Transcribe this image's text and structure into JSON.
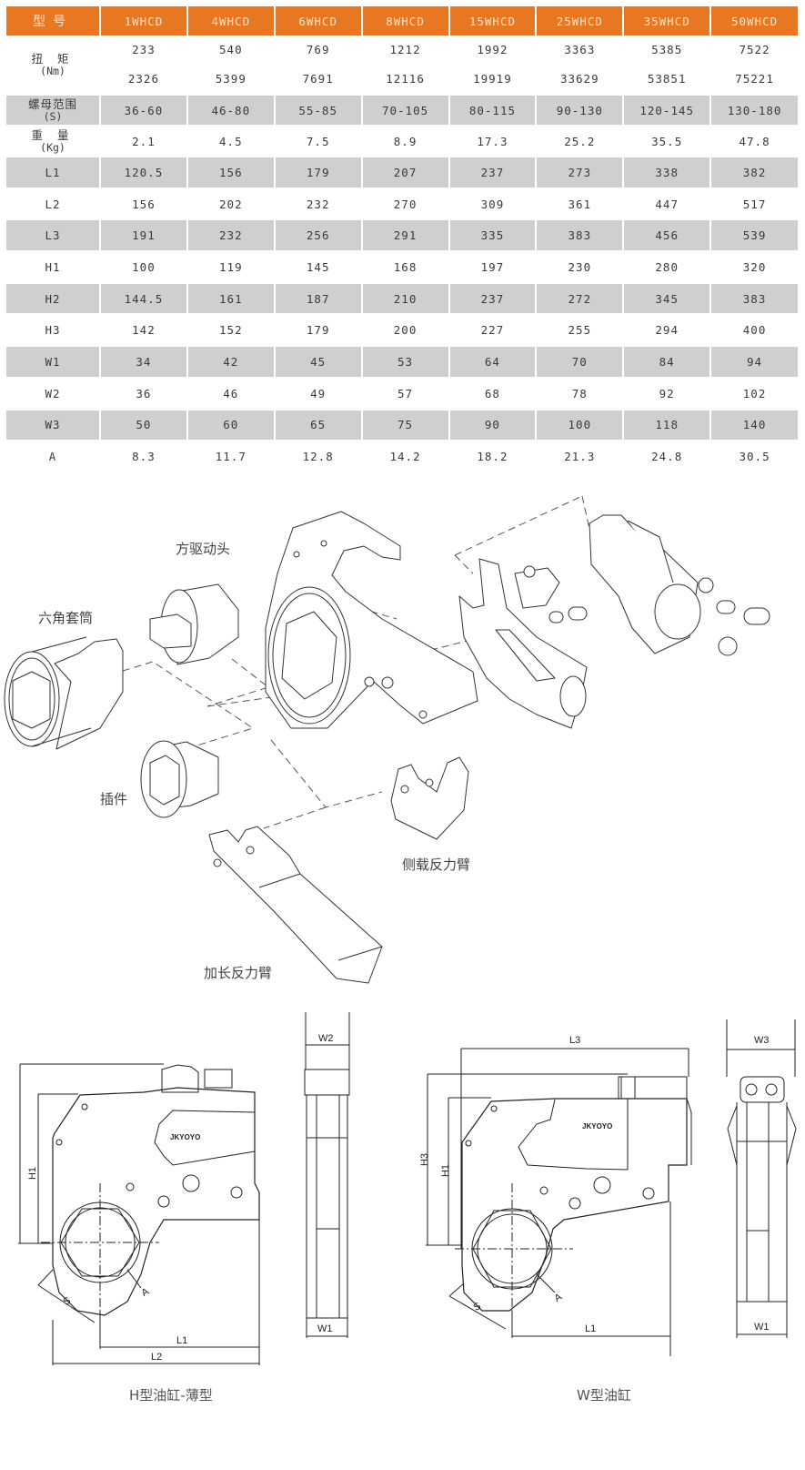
{
  "table": {
    "header_label": "型号",
    "models": [
      "1WHCD",
      "4WHCD",
      "6WHCD",
      "8WHCD",
      "15WHCD",
      "25WHCD",
      "35WHCD",
      "50WHCD"
    ],
    "torque": {
      "label": "扭 矩",
      "unit": "(Nm)",
      "min": [
        "233",
        "540",
        "769",
        "1212",
        "1992",
        "3363",
        "5385",
        "7522"
      ],
      "max": [
        "2326",
        "5399",
        "7691",
        "12116",
        "19919",
        "33629",
        "53851",
        "75221"
      ]
    },
    "nut_range": {
      "label": "螺母范围",
      "unit": "(S)",
      "values": [
        "36-60",
        "46-80",
        "55-85",
        "70-105",
        "80-115",
        "90-130",
        "120-145",
        "130-180"
      ]
    },
    "weight": {
      "label": "重 量",
      "unit": "(Kg)",
      "values": [
        "2.1",
        "4.5",
        "7.5",
        "8.9",
        "17.3",
        "25.2",
        "35.5",
        "47.8"
      ]
    },
    "rows": [
      {
        "label": "L1",
        "values": [
          "120.5",
          "156",
          "179",
          "207",
          "237",
          "273",
          "338",
          "382"
        ]
      },
      {
        "label": "L2",
        "values": [
          "156",
          "202",
          "232",
          "270",
          "309",
          "361",
          "447",
          "517"
        ]
      },
      {
        "label": "L3",
        "values": [
          "191",
          "232",
          "256",
          "291",
          "335",
          "383",
          "456",
          "539"
        ]
      },
      {
        "label": "H1",
        "values": [
          "100",
          "119",
          "145",
          "168",
          "197",
          "230",
          "280",
          "320"
        ]
      },
      {
        "label": "H2",
        "values": [
          "144.5",
          "161",
          "187",
          "210",
          "237",
          "272",
          "345",
          "383"
        ]
      },
      {
        "label": "H3",
        "values": [
          "142",
          "152",
          "179",
          "200",
          "227",
          "255",
          "294",
          "400"
        ]
      },
      {
        "label": "W1",
        "values": [
          "34",
          "42",
          "45",
          "53",
          "64",
          "70",
          "84",
          "94"
        ]
      },
      {
        "label": "W2",
        "values": [
          "36",
          "46",
          "49",
          "57",
          "68",
          "78",
          "92",
          "102"
        ]
      },
      {
        "label": "W3",
        "values": [
          "50",
          "60",
          "65",
          "75",
          "90",
          "100",
          "118",
          "140"
        ]
      },
      {
        "label": "A",
        "values": [
          "8.3",
          "11.7",
          "12.8",
          "14.2",
          "18.2",
          "21.3",
          "24.8",
          "30.5"
        ]
      }
    ]
  },
  "exploded_view": {
    "labels": {
      "square_drive": "方驱动头",
      "hex_socket": "六角套筒",
      "insert": "插件",
      "side_reaction_arm": "侧载反力臂",
      "extended_reaction_arm": "加长反力臂"
    }
  },
  "dimension_drawings": {
    "h_type": {
      "caption": "H型油缸-薄型",
      "dims": {
        "h1": "H1",
        "s": "S",
        "a": "A",
        "l1": "L1",
        "l2": "L2",
        "w2": "W2",
        "w1": "W1"
      }
    },
    "w_type": {
      "caption": "W型油缸",
      "dims": {
        "l3": "L3",
        "h3": "H3",
        "h1": "H1",
        "s": "S",
        "a": "A",
        "l1": "L1",
        "w3": "W3",
        "w1": "W1"
      }
    },
    "brand": "JKYOYO"
  },
  "colors": {
    "header_bg": "#e87722",
    "row_shade": "#cfcfd1"
  }
}
